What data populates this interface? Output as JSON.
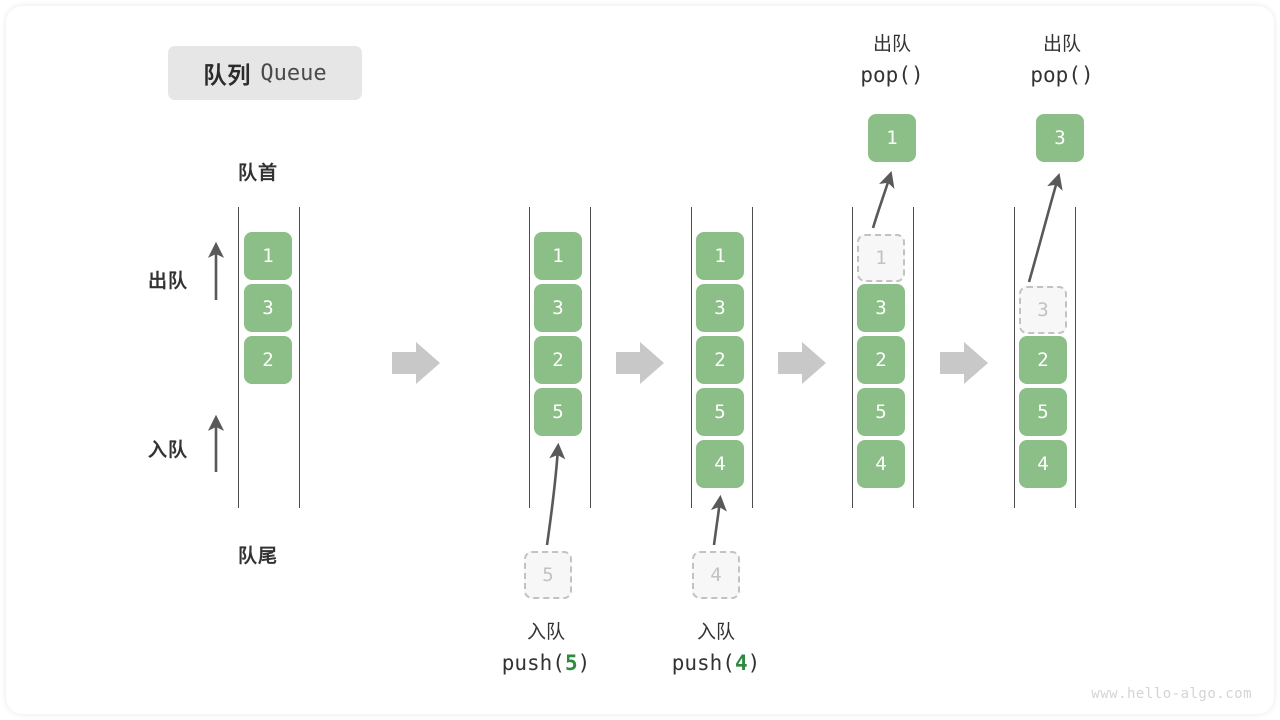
{
  "title": {
    "cn": "队列",
    "en": "Queue"
  },
  "labels": {
    "head": "队首",
    "tail": "队尾",
    "dequeue": "出队",
    "enqueue": "入队"
  },
  "watermark": "www.hello-algo.com",
  "colors": {
    "element_fill": "#8cbf87",
    "element_text": "#ffffff",
    "ghost_fill": "#f7f7f7",
    "ghost_border": "#c2c2c2",
    "ghost_text": "#c2c2c2",
    "rail": "#4d4d4d",
    "arrow_gray": "#c8c8c8",
    "arrow_dark": "#595959",
    "accent_green": "#2f8a3f",
    "title_chip_bg": "#e6e6e6",
    "watermark": "#d4d4d4"
  },
  "steps": [
    {
      "id": "initial",
      "header": null,
      "elements": [
        "1",
        "3",
        "2"
      ],
      "ghost_index": null,
      "popped": null,
      "incoming": null,
      "caption": null
    },
    {
      "id": "push-5",
      "header": null,
      "elements": [
        "1",
        "3",
        "2",
        "5"
      ],
      "ghost_index": null,
      "popped": null,
      "incoming": "5",
      "caption": {
        "line1": "入队",
        "fn": "push(",
        "arg": "5",
        "fn_close": ")"
      }
    },
    {
      "id": "push-4",
      "header": null,
      "elements": [
        "1",
        "3",
        "2",
        "5",
        "4"
      ],
      "ghost_index": null,
      "popped": null,
      "incoming": "4",
      "caption": {
        "line1": "入队",
        "fn": "push(",
        "arg": "4",
        "fn_close": ")"
      }
    },
    {
      "id": "pop-1",
      "header": {
        "line1": "出队",
        "line2": "pop()"
      },
      "elements": [
        "1",
        "3",
        "2",
        "5",
        "4"
      ],
      "ghost_index": 0,
      "popped": "1",
      "incoming": null,
      "caption": null
    },
    {
      "id": "pop-3",
      "header": {
        "line1": "出队",
        "line2": "pop()"
      },
      "elements": [
        "",
        "3",
        "2",
        "5",
        "4"
      ],
      "ghost_index": 1,
      "popped": "3",
      "incoming": null,
      "caption": null
    }
  ],
  "flow_arrows": 4
}
